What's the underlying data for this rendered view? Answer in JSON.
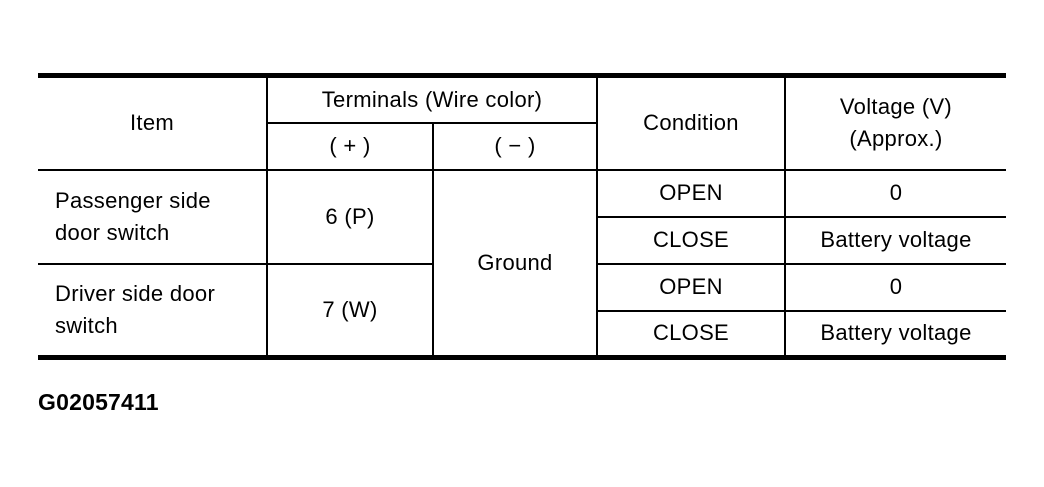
{
  "page": {
    "background_color": "#ffffff",
    "text_color": "#000000",
    "border_color": "#000000",
    "figure_id": "G02057411"
  },
  "table": {
    "headers": {
      "item": "Item",
      "terminals_group": "Terminals (Wire color)",
      "terminal_plus": "( + )",
      "terminal_minus": "( − )",
      "condition": "Condition",
      "voltage": "Voltage (V)\n(Approx.)"
    },
    "terminal_minus_shared": "Ground",
    "rows": [
      {
        "item": "Passenger side\ndoor switch",
        "terminal_plus": "6 (P)",
        "conditions": [
          {
            "condition": "OPEN",
            "voltage": "0"
          },
          {
            "condition": "CLOSE",
            "voltage": "Battery voltage"
          }
        ]
      },
      {
        "item": "Driver side door\nswitch",
        "terminal_plus": "7 (W)",
        "conditions": [
          {
            "condition": "OPEN",
            "voltage": "0"
          },
          {
            "condition": "CLOSE",
            "voltage": "Battery voltage"
          }
        ]
      }
    ]
  }
}
